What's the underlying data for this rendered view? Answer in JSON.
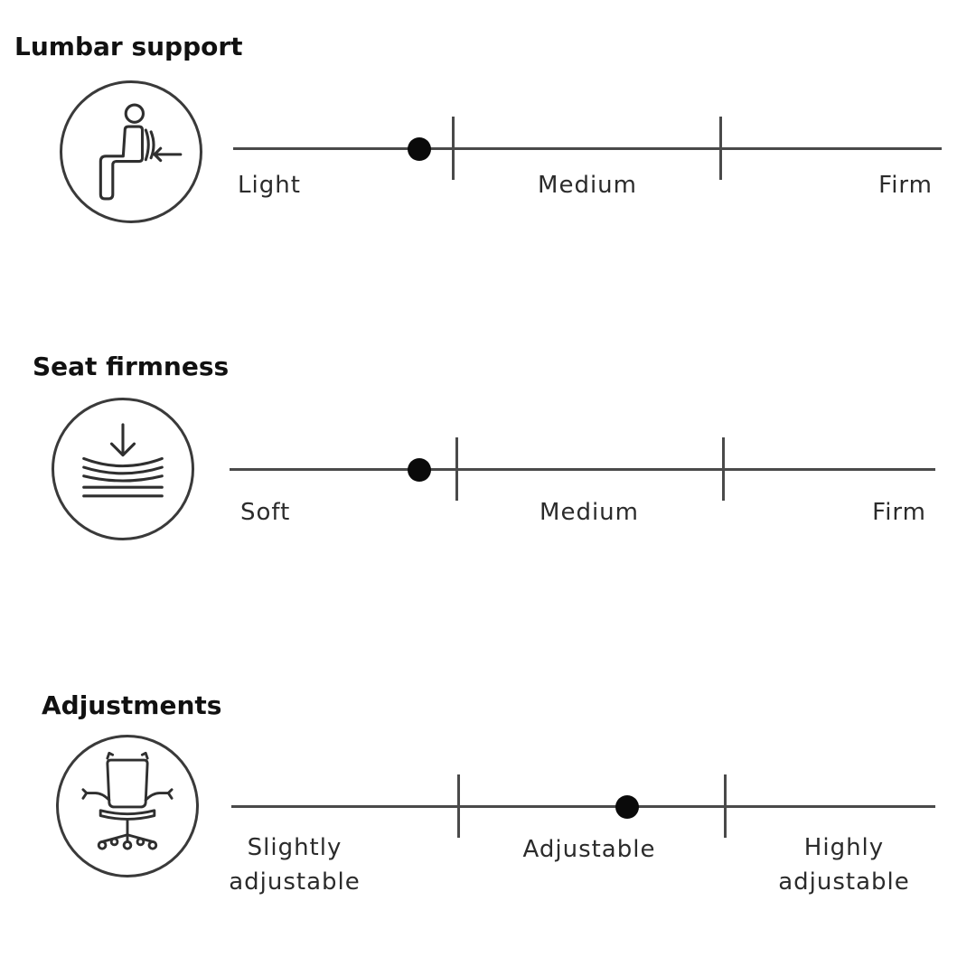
{
  "ratings": [
    {
      "title": "Lumbar support",
      "icon": "seated-person-back-support-icon",
      "labels": [
        "Light",
        "Medium",
        "Firm"
      ],
      "level": 0.26
    },
    {
      "title": "Seat firmness",
      "icon": "cushion-compression-icon",
      "labels": [
        "Soft",
        "Medium",
        "Firm"
      ],
      "level": 0.27
    },
    {
      "title": "Adjustments",
      "icon": "office-chair-icon",
      "labels": [
        [
          "Slightly",
          "adjustable"
        ],
        [
          "Adjustable"
        ],
        [
          "Highly",
          "adjustable"
        ]
      ],
      "level": 0.56
    }
  ],
  "colors": {
    "line": "#4a4a4a",
    "marker": "#0a0a0a",
    "icon_stroke": "#2f2f2f"
  }
}
